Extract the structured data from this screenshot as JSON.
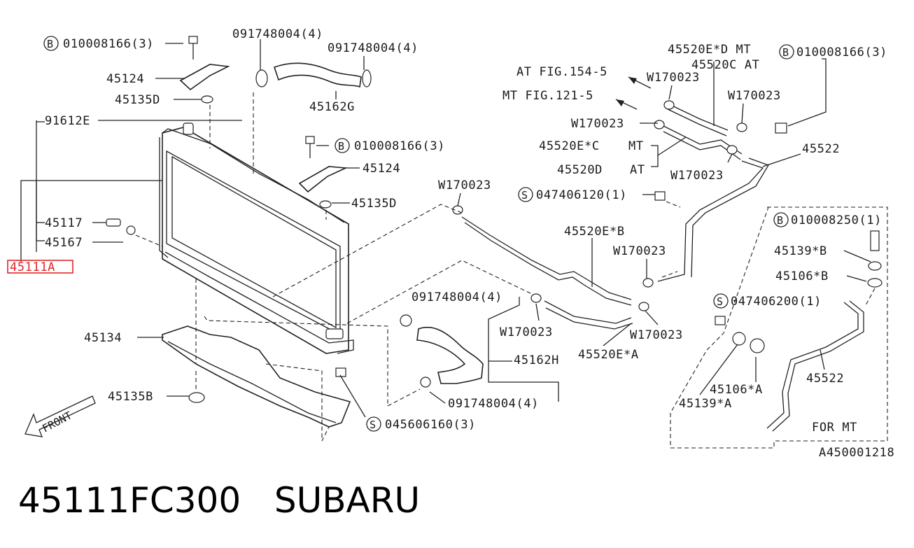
{
  "callouts": {
    "c_b1_code": "010008166(3)",
    "c_45124_top": "45124",
    "c_45135d_top": "45135D",
    "c_0917_a": "091748004(4)",
    "c_0917_b": "091748004(4)",
    "c_45162g": "45162G",
    "c_91612e": "91612E",
    "c_b2_code": "010008166(3)",
    "c_45124_mid": "45124",
    "c_45135d_mid": "45135D",
    "c_45117": "45117",
    "c_45167": "45167",
    "c_45111a": "45111A",
    "c_45134": "45134",
    "c_45135b": "45135B",
    "c_s1_code": "045606160(3)",
    "c_0917_c": "091748004(4)",
    "c_45162h": "45162H",
    "c_0917_d": "091748004(4)",
    "c_w_1": "W170023",
    "c_w_2": "W170023",
    "c_45520eb": "45520E*B",
    "c_w_3": "W170023",
    "c_45520ea": "45520E*A",
    "c_w_4": "W170023",
    "c_s2_code": "047406120(1)",
    "c_45520ed": "45520E*D MT",
    "c_b3_code": "010008166(3)",
    "c_45520c": "45520C AT",
    "c_at_fig": "AT FIG.154-5",
    "c_w_5": "W170023",
    "c_mt_fig": "MT FIG.121-5",
    "c_w_6": "W170023",
    "c_w_7": "W170023",
    "c_45520ec": "45520E*C",
    "c_mt": "MT",
    "c_45522_top": "45522",
    "c_45520d": "45520D",
    "c_at": "AT",
    "c_w_8": "W170023",
    "c_b4_code": "010008250(1)",
    "c_45139b": "45139*B",
    "c_45106b": "45106*B",
    "c_s3_code": "047406200(1)",
    "c_45522_bot": "45522",
    "c_45106a": "45106*A",
    "c_45139a": "45139*A",
    "c_for_mt": "FOR MT",
    "c_ref": "A450001218",
    "c_front": "FRONT"
  },
  "markers": {
    "b": "B",
    "s": "S"
  },
  "highlight_color": "#e0262a",
  "footer": {
    "part_number": "45111FC300",
    "brand": "SUBARU"
  }
}
